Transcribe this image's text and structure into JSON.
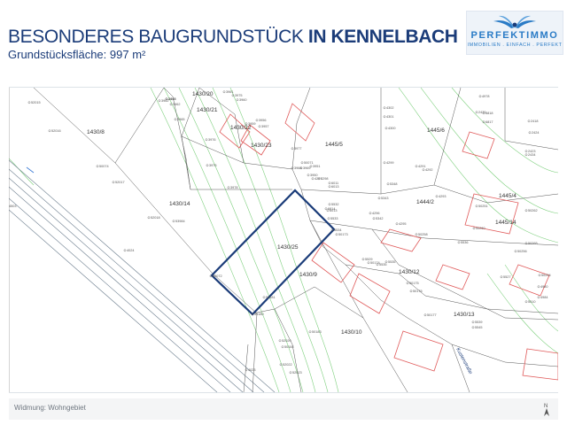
{
  "header": {
    "title_light": "BESONDERES BAUGRUNDSTÜCK ",
    "title_bold": "IN KENNELBACH",
    "subtitle": "Grundstücksfläche: 997 m²"
  },
  "logo": {
    "name": "PERFEKTIMMO",
    "tagline": "IMMOBILIEN . EINFACH . PERFEKT",
    "brand_color": "#2a7bc6",
    "icon": "eagle-wings-icon"
  },
  "map": {
    "parcel_outline_color": "#1b3c79",
    "building_color": "#e05a5a",
    "contour_color": "#7fd07f",
    "parcels": [
      {
        "id": "1430/20"
      },
      {
        "id": "1430/21"
      },
      {
        "id": "1430/22"
      },
      {
        "id": "1430/23"
      },
      {
        "id": "1430/8"
      },
      {
        "id": "1430/14"
      },
      {
        "id": "1445/5"
      },
      {
        "id": "1445/6"
      },
      {
        "id": "1444/2"
      },
      {
        "id": "1445/4"
      },
      {
        "id": "1445/14"
      },
      {
        "id": "1430/25"
      },
      {
        "id": "1430/9"
      },
      {
        "id": "1430/12"
      },
      {
        "id": "1430/13"
      },
      {
        "id": "1430/10"
      }
    ],
    "points": [
      {
        "id": "3963"
      },
      {
        "id": "3962"
      },
      {
        "id": "3961"
      },
      {
        "id": "3975"
      },
      {
        "id": "3960"
      },
      {
        "id": "3965"
      },
      {
        "id": "3962"
      },
      {
        "id": "3959"
      },
      {
        "id": "3956"
      },
      {
        "id": "3957"
      },
      {
        "id": "3976"
      },
      {
        "id": "3977"
      },
      {
        "id": "3975"
      },
      {
        "id": "3978"
      },
      {
        "id": "3968"
      },
      {
        "id": "3969"
      },
      {
        "id": "3951"
      },
      {
        "id": "3950"
      },
      {
        "id": "4297"
      },
      {
        "id": "4298"
      },
      {
        "id": "6013"
      },
      {
        "id": "6011"
      },
      {
        "id": "6013"
      },
      {
        "id": "4299"
      },
      {
        "id": "4302"
      },
      {
        "id": "4301"
      },
      {
        "id": "4300"
      },
      {
        "id": "4292"
      },
      {
        "id": "4291"
      },
      {
        "id": "6818"
      },
      {
        "id": "6817"
      },
      {
        "id": "2424"
      },
      {
        "id": "2423"
      },
      {
        "id": "2434"
      },
      {
        "id": "5348"
      },
      {
        "id": "5343"
      },
      {
        "id": "5342"
      },
      {
        "id": "4296"
      },
      {
        "id": "4295"
      },
      {
        "id": "4293"
      },
      {
        "id": "50258"
      },
      {
        "id": "50251"
      },
      {
        "id": "50262"
      },
      {
        "id": "50265"
      },
      {
        "id": "50260"
      },
      {
        "id": "52018"
      },
      {
        "id": "53984"
      },
      {
        "id": "52017"
      },
      {
        "id": "50074"
      },
      {
        "id": "52016"
      },
      {
        "id": "52015"
      },
      {
        "id": "4503"
      },
      {
        "id": "4024"
      },
      {
        "id": "6814"
      },
      {
        "id": "5532"
      },
      {
        "id": "5533"
      },
      {
        "id": "5534"
      },
      {
        "id": "50173"
      },
      {
        "id": "50174"
      },
      {
        "id": "50175"
      },
      {
        "id": "50176"
      },
      {
        "id": "50177"
      },
      {
        "id": "50181"
      },
      {
        "id": "50180"
      },
      {
        "id": "50183"
      },
      {
        "id": "50071"
      },
      {
        "id": "50072"
      },
      {
        "id": "52020"
      },
      {
        "id": "50184"
      },
      {
        "id": "52022"
      },
      {
        "id": "52023"
      },
      {
        "id": "4023"
      },
      {
        "id": "5539"
      },
      {
        "id": "5545"
      },
      {
        "id": "5510"
      },
      {
        "id": "4984"
      },
      {
        "id": "4980"
      },
      {
        "id": "50254"
      },
      {
        "id": "50256"
      },
      {
        "id": "5527"
      },
      {
        "id": "5529"
      },
      {
        "id": "5535"
      },
      {
        "id": "5535"
      },
      {
        "id": "5536"
      },
      {
        "id": "4978"
      },
      {
        "id": "2420"
      },
      {
        "id": "2418"
      },
      {
        "id": "2416"
      }
    ],
    "street": "Kustenstraße"
  },
  "footer": {
    "zoning": "Widmung: Wohngebiet",
    "north_label": "N"
  }
}
